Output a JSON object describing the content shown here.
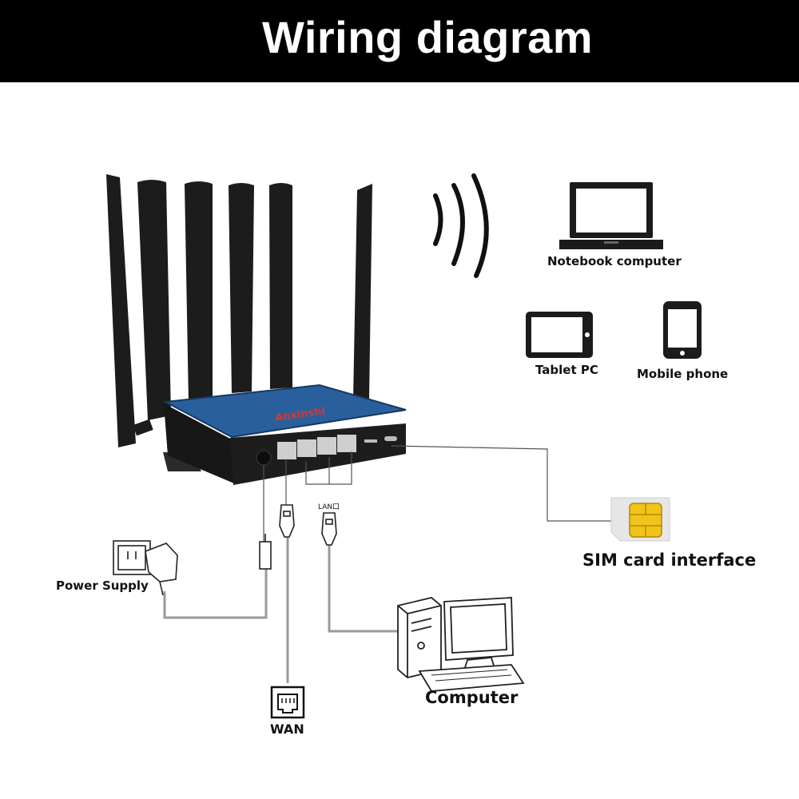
{
  "title": "Wiring diagram",
  "brand": "Anxinshi",
  "labels": {
    "notebook": "Notebook computer",
    "tablet": "Tablet PC",
    "phone": "Mobile phone",
    "sim": "SIM card interface",
    "power": "Power Supply",
    "wan": "WAN",
    "lan": "LAN口",
    "computer": "Computer"
  },
  "colors": {
    "router_top": "#2a5f9e",
    "router_body": "#1b1b1b",
    "antenna": "#1a1a1a",
    "cable": "#9a9a9a",
    "sim_chip": "#f2c318"
  },
  "icons": [
    "wifi-waves-icon",
    "laptop-icon",
    "tablet-icon",
    "phone-icon",
    "sim-card-icon",
    "power-adapter-icon",
    "rj45-plug-icon",
    "wan-port-icon",
    "desktop-computer-icon"
  ]
}
